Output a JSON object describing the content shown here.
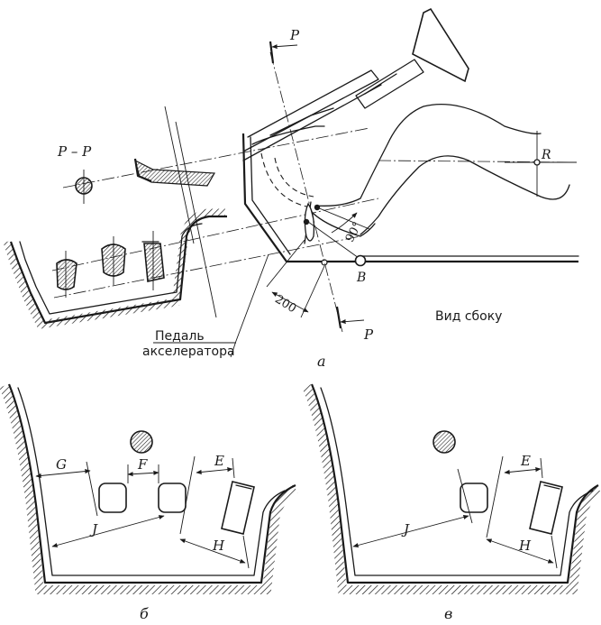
{
  "labels": {
    "section_line": "P",
    "section_line_bottom": "P",
    "section_title": "P – P",
    "point_r": "R",
    "point_b": "B",
    "dim_200": "200",
    "angle_90": "90°",
    "side_view": "Вид сбоку",
    "pedal_line1": "Педаль",
    "pedal_line2": "акселератора",
    "caption_a": "a",
    "caption_b": "б",
    "caption_v": "в",
    "dim_g": "G",
    "dim_f": "F",
    "dim_e_b": "E",
    "dim_j_b": "J",
    "dim_h_b": "H",
    "dim_e_v": "E",
    "dim_j_v": "J",
    "dim_h_v": "H"
  }
}
